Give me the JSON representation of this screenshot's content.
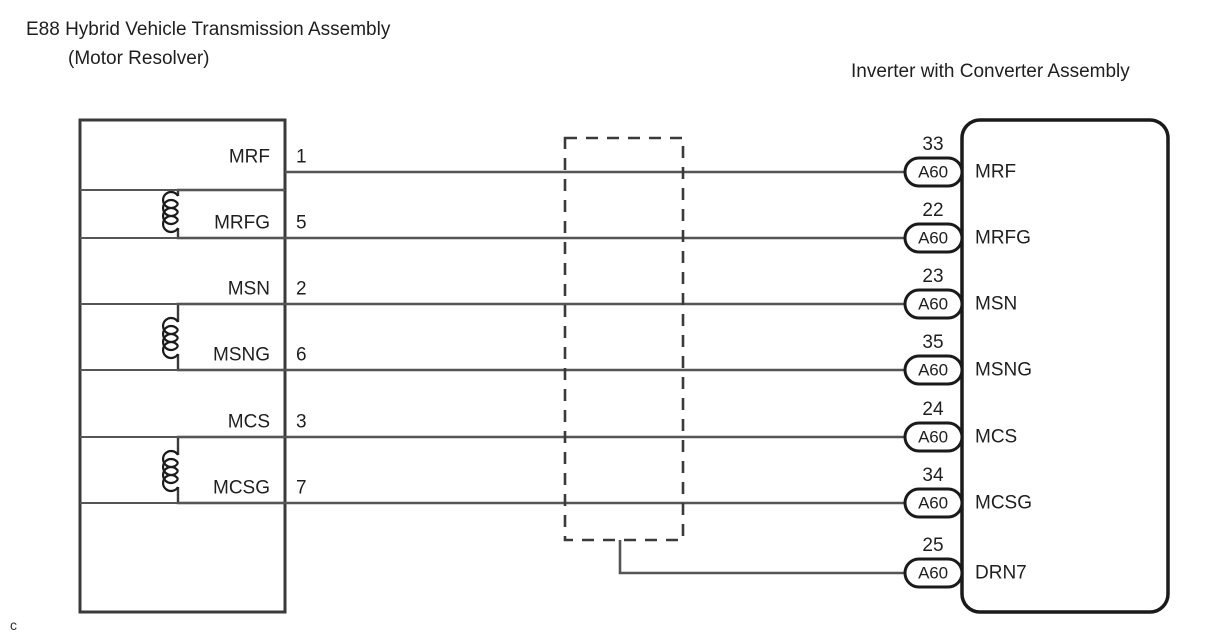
{
  "diagram": {
    "left_title_line1": "E88 Hybrid Vehicle Transmission Assembly",
    "left_title_line2": "(Motor Resolver)",
    "right_title": "Inverter with Converter Assembly",
    "corner_mark": "c",
    "stroke_color": "#3a3a3a",
    "wire_color": "#555555",
    "text_color": "#1f1f1f"
  },
  "left_connector": {
    "name": "E88 Hybrid Vehicle Transmission Assembly (Motor Resolver)",
    "terminals": [
      {
        "label": "MRF",
        "pin": "1"
      },
      {
        "label": "MRFG",
        "pin": "5"
      },
      {
        "label": "MSN",
        "pin": "2"
      },
      {
        "label": "MSNG",
        "pin": "6"
      },
      {
        "label": "MCS",
        "pin": "3"
      },
      {
        "label": "MCSG",
        "pin": "7"
      }
    ],
    "coils": [
      {
        "between": "MRF-MRFG"
      },
      {
        "between": "MSN-MSNG"
      },
      {
        "between": "MCS-MCSG"
      }
    ]
  },
  "right_connector": {
    "name": "Inverter with Converter Assembly",
    "terminals": [
      {
        "pin": "33",
        "code": "A60",
        "label": "MRF"
      },
      {
        "pin": "22",
        "code": "A60",
        "label": "MRFG"
      },
      {
        "pin": "23",
        "code": "A60",
        "label": "MSN"
      },
      {
        "pin": "35",
        "code": "A60",
        "label": "MSNG"
      },
      {
        "pin": "24",
        "code": "A60",
        "label": "MCS"
      },
      {
        "pin": "34",
        "code": "A60",
        "label": "MCSG"
      },
      {
        "pin": "25",
        "code": "A60",
        "label": "DRN7"
      }
    ]
  },
  "shield": {
    "style": "dashed",
    "note": "shield braid enclosing the six resolver signal wires, drain wire to DRN7"
  },
  "wires": [
    {
      "from": "MRF",
      "to": "33 A60 MRF"
    },
    {
      "from": "MRFG",
      "to": "22 A60 MRFG"
    },
    {
      "from": "MSN",
      "to": "23 A60 MSN"
    },
    {
      "from": "MSNG",
      "to": "35 A60 MSNG"
    },
    {
      "from": "MCS",
      "to": "24 A60 MCS"
    },
    {
      "from": "MCSG",
      "to": "34 A60 MCSG"
    },
    {
      "from": "shield-drain",
      "to": "25 A60 DRN7"
    }
  ]
}
